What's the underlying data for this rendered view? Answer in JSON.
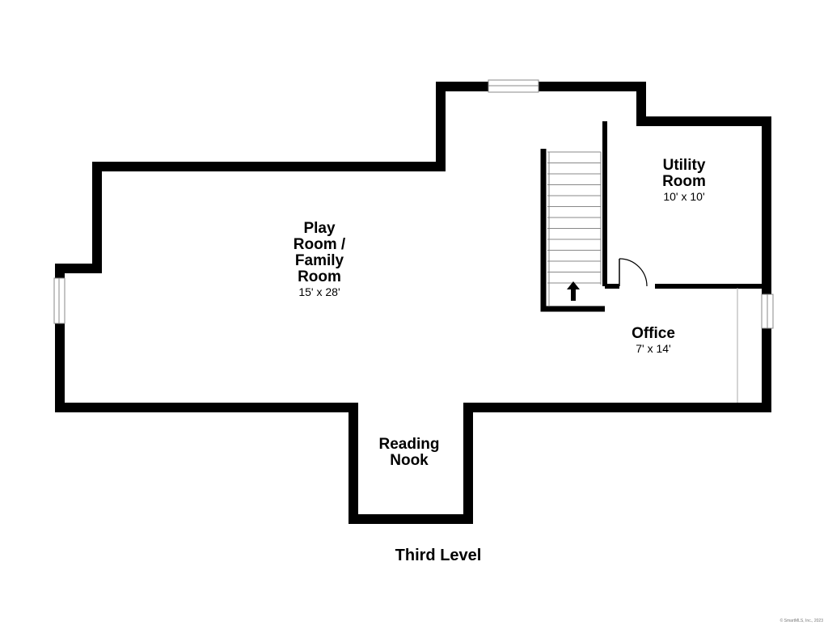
{
  "plan": {
    "level_title": "Third Level",
    "copyright": "© SmartMLS, Inc., 2023",
    "rooms": [
      {
        "name_lines": [
          "Play",
          "Room /",
          "Family",
          "Room"
        ],
        "dimensions": "15' x 28'"
      },
      {
        "name_lines": [
          "Utility",
          "Room"
        ],
        "dimensions": "10' x 10'"
      },
      {
        "name_lines": [
          "Office"
        ],
        "dimensions": "7' x 14'"
      },
      {
        "name_lines": [
          "Reading",
          "Nook"
        ],
        "dimensions": ""
      }
    ],
    "stair_direction": "up",
    "colors": {
      "wall": "#000000",
      "background": "#ffffff",
      "fixture": "#888888"
    }
  }
}
